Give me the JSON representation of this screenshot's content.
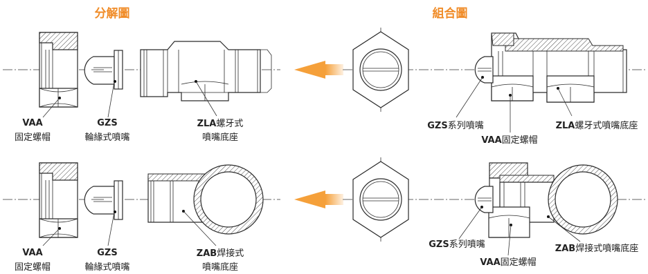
{
  "titles": {
    "exploded": "分解圖",
    "assembled": "組合圖"
  },
  "top_row": {
    "vaa_code": "VAA",
    "vaa_name": "固定螺帽",
    "gzs_code": "GZS",
    "gzs_name": "輪緣式噴嘴",
    "zla_code": "ZLA",
    "zla_name_line1": "螺牙式",
    "zla_name_line2": "噴嘴底座",
    "asm_gzs_code": "GZS",
    "asm_gzs_name": "系列噴嘴",
    "asm_vaa_code": "VAA",
    "asm_vaa_name": "固定螺帽",
    "asm_zla_code": "ZLA",
    "asm_zla_name": "螺牙式噴嘴底座"
  },
  "bottom_row": {
    "vaa_code": "VAA",
    "vaa_name": "固定螺帽",
    "gzs_code": "GZS",
    "gzs_name": "輪緣式噴嘴",
    "zab_code": "ZAB",
    "zab_name_line1": "焊接式",
    "zab_name_line2": "噴嘴底座",
    "asm_gzs_code": "GZS",
    "asm_gzs_name": "系列噴嘴",
    "asm_vaa_code": "VAA",
    "asm_vaa_name": "固定螺帽",
    "asm_zab_code": "ZAB",
    "asm_zab_name": "焊接式噴嘴底座"
  },
  "colors": {
    "title": "#f08c28",
    "arrow": "#f5a03a",
    "line": "#2a2a2a"
  }
}
